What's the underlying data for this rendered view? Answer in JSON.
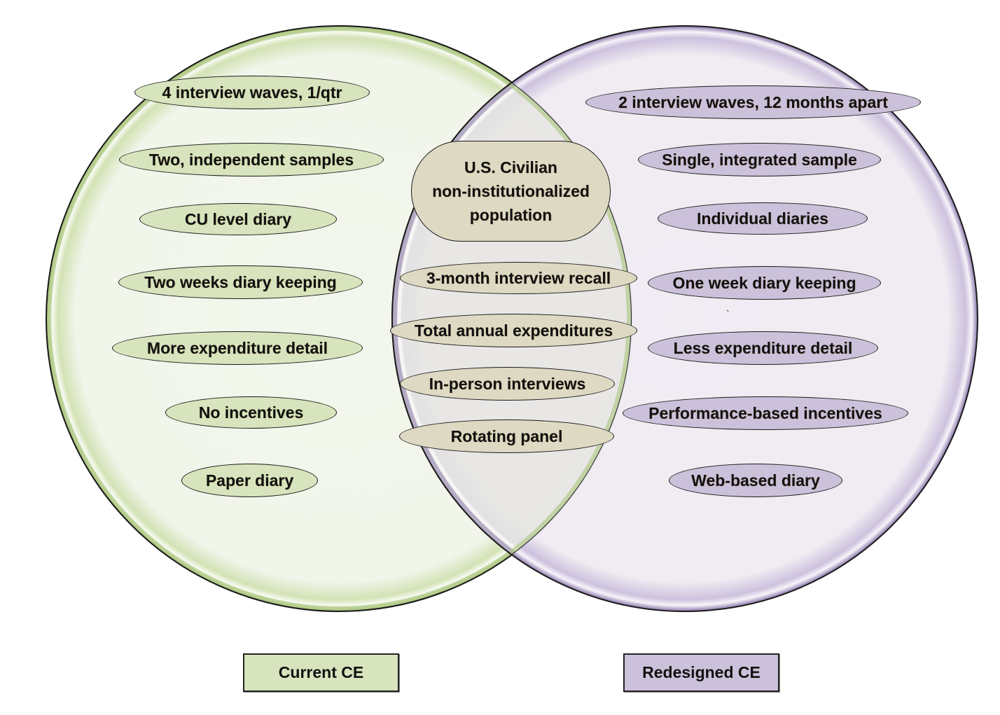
{
  "diagram": {
    "type": "venn",
    "colors": {
      "current_fill": "#d7e4bd",
      "current_circle": "#f2f6ec",
      "current_edge": "#9bbb59",
      "redesigned_fill": "#ccc1da",
      "redesigned_circle": "#efebf2",
      "redesigned_edge": "#7d6a9e",
      "shared_fill": "#ddd9c3",
      "overlap": "#e6e6e3"
    },
    "current_ce": {
      "legend_label": "Current CE",
      "items": [
        "4 interview waves, 1/qtr",
        "Two, independent samples",
        "CU level diary",
        "Two weeks diary keeping",
        "More expenditure detail",
        "No incentives",
        "Paper diary"
      ]
    },
    "redesigned_ce": {
      "legend_label": "Redesigned CE",
      "items": [
        "2 interview waves, 12 months apart",
        "Single, integrated sample",
        "Individual diaries",
        "One week diary keeping",
        "Less expenditure detail",
        "Performance-based incentives",
        "Web-based diary"
      ]
    },
    "shared": {
      "population_lines": [
        "U.S. Civilian",
        "non-institutionalized",
        "population"
      ],
      "items": [
        "3-month interview recall",
        "Total annual expenditures",
        "In-person interviews",
        "Rotating panel"
      ]
    },
    "stray_mark": "`"
  }
}
